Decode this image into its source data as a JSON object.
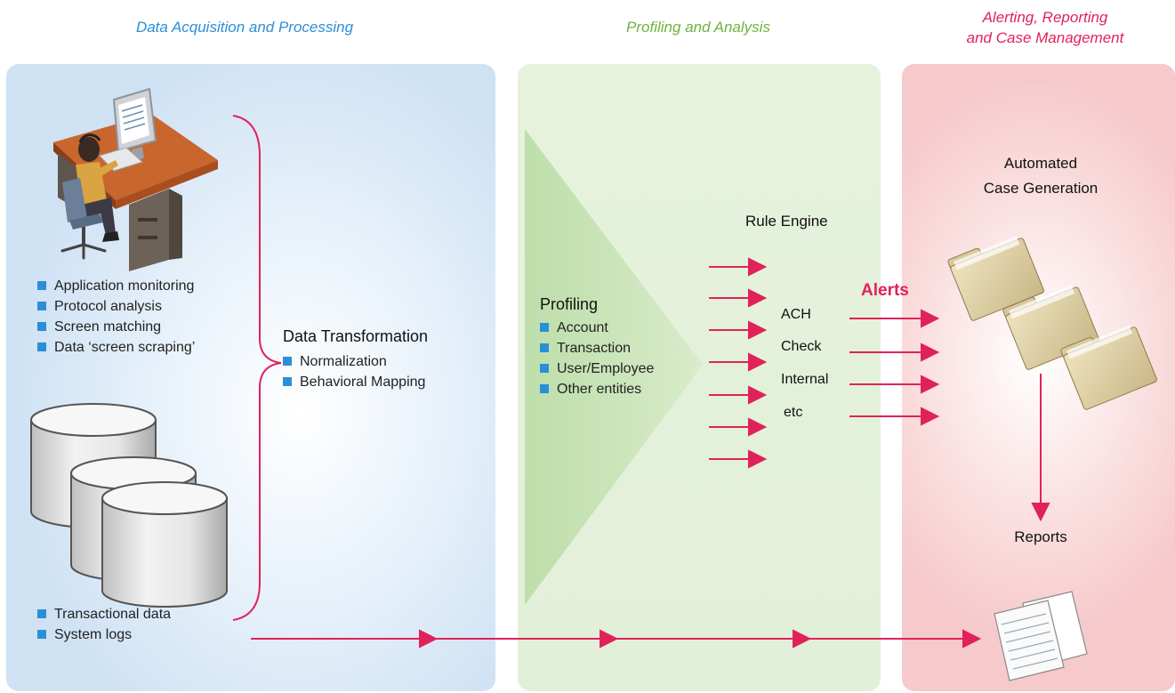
{
  "headers": {
    "acquisition": "Data Acquisition and Processing",
    "profiling": "Profiling and Analysis",
    "alerting_line1": "Alerting, Reporting",
    "alerting_line2": "and Case Management"
  },
  "colors": {
    "acquisition": "#2b8fd6",
    "profiling": "#6cb33f",
    "alerting": "#e0225a",
    "arrow": "#e0225a",
    "bullet": "#2b8fd6"
  },
  "acquisition": {
    "monitoring_items": [
      "Application monitoring",
      "Protocol analysis",
      "Screen matching",
      "Data ‘screen scraping’"
    ],
    "data_items": [
      "Transactional data",
      "System logs"
    ]
  },
  "transformation": {
    "title": "Data Transformation",
    "items": [
      "Normalization",
      "Behavioral Mapping"
    ]
  },
  "profiling": {
    "title": "Profiling",
    "items": [
      "Account",
      "Transaction",
      "User/Employee",
      "Other entities"
    ]
  },
  "rule_engine": {
    "title": "Rule Engine",
    "alerts_label": "Alerts",
    "alert_types": [
      "ACH",
      "Check",
      "Internal",
      "etc"
    ]
  },
  "case_management": {
    "title_line1": "Automated",
    "title_line2": "Case Generation",
    "reports_label": "Reports"
  }
}
